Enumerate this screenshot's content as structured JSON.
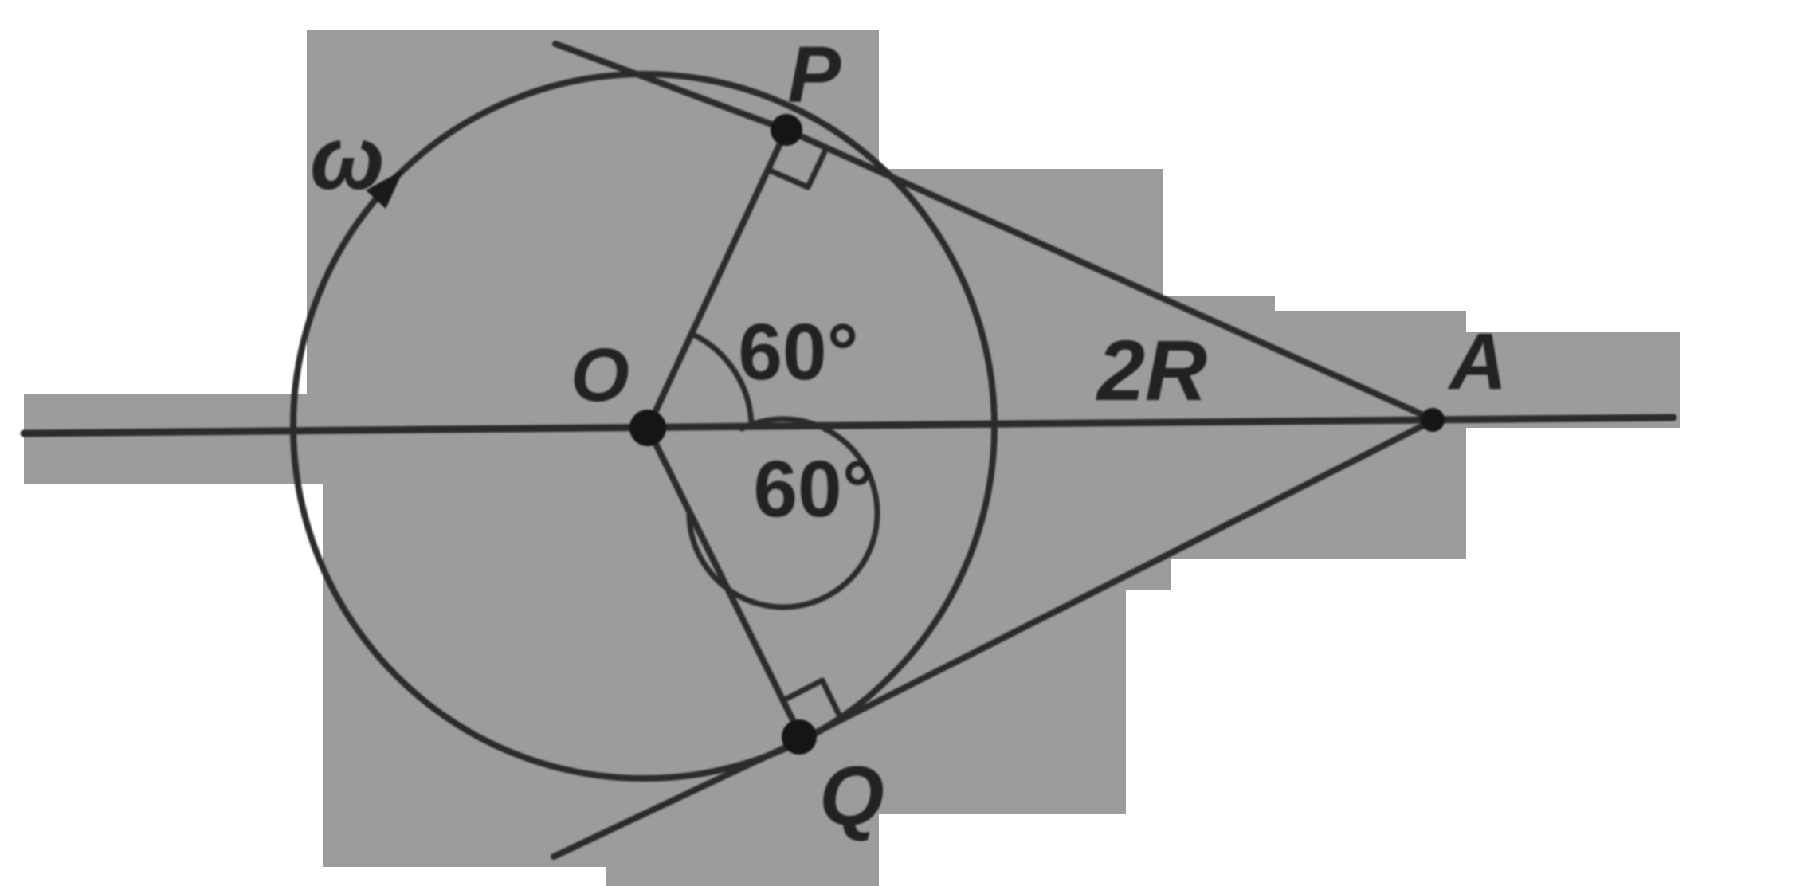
{
  "figure": {
    "background_color": "#ffffff",
    "paper_color": "#9c9c9c",
    "ink_color": "#222222",
    "labels": {
      "angular_velocity": "ω",
      "center": "O",
      "tangent_point_top": "P",
      "tangent_point_bottom": "Q",
      "external_point": "A",
      "distance_oa": "2R",
      "angle_top": "60°",
      "angle_bottom": "60°"
    }
  }
}
